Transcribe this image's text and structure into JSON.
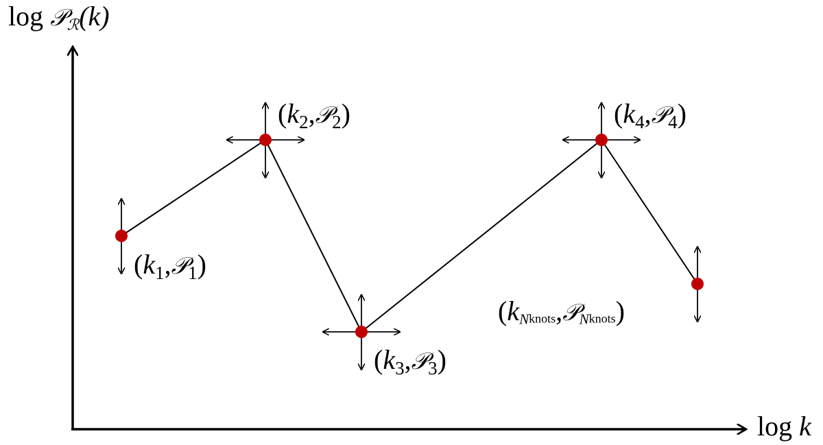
{
  "axes": {
    "y_label": {
      "prefix": "log",
      "symbol": "𝒫",
      "sub": "ℛ",
      "arg": "(k)"
    },
    "x_label": {
      "prefix": "log",
      "var": "k"
    }
  },
  "knots": [
    {
      "k": "k",
      "k_sub": "1",
      "p": "𝒫",
      "p_sub": "1",
      "moves": [
        "vertical"
      ]
    },
    {
      "k": "k",
      "k_sub": "2",
      "p": "𝒫",
      "p_sub": "2",
      "moves": [
        "vertical",
        "horizontal"
      ]
    },
    {
      "k": "k",
      "k_sub": "3",
      "p": "𝒫",
      "p_sub": "3",
      "moves": [
        "vertical",
        "horizontal"
      ]
    },
    {
      "k": "k",
      "k_sub": "4",
      "p": "𝒫",
      "p_sub": "4",
      "moves": [
        "vertical",
        "horizontal"
      ]
    },
    {
      "k": "k",
      "k_sub": "N",
      "k_subsub": "knots",
      "p": "𝒫",
      "p_sub": "N",
      "p_subsub": "knots",
      "moves": [
        "vertical"
      ]
    }
  ],
  "colors": {
    "knot": "#c00000",
    "line": "#000000"
  }
}
